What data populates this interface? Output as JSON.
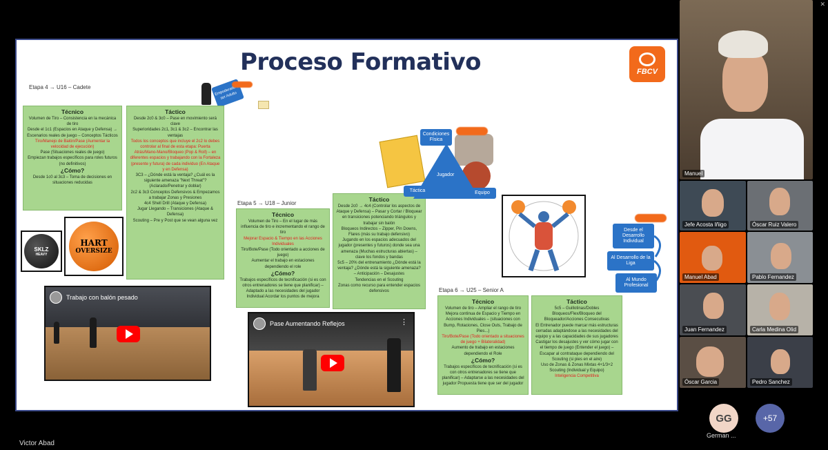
{
  "window": {
    "minimize": "—",
    "restore": "⧉",
    "close": "✕"
  },
  "slide": {
    "title": "Proceso Formativo",
    "logo_text": "FBCV",
    "stage4": "Etapa 4 → U16 – Cadete",
    "stage5": "Etapa 5 → U18 – Junior",
    "stage6": "Etapa 6 → U25 – Senior A",
    "player_label": "Empoderado a ser Adulto",
    "u16_tecnico": {
      "title": "Técnico",
      "items": [
        "Volumen de Tiro – Consistencia en la mecánica de tiro",
        "Desde el 1c1 (Espacios en Ataque y Defensa) → Escenarios reales de juego – Conceptos Tácticos",
        "Tiro/Manejo de Balón/Pase (Aumentar la velocidad de ejecución)",
        "Pase (Situaciones reales de juego)",
        "Empiezan trabajos específicos para roles futuros (no definitivos)"
      ],
      "como": "¿Cómo?",
      "como_text": "Desde 1c0 al 3c3 – Toma de decisiones en situaciones reducidas"
    },
    "u16_tactico": {
      "title": "Táctico",
      "items": [
        "Desde 2c0 & 3c0 – Pase en movimiento será clave",
        "Superioridades 2c1, 3c1 & 3c2 – Encontrar las ventajas",
        "Todos los conceptos que incluye el 2c2 lo debes controlar al final de esta etapa: Puerta Atrás/Mano-Mano/Bloqueo (Pop & Roll) – en diferentes espacios y trabajando con la Fortaleza (presente y futura) de cada individuo (En Ataque y en Defensa)",
        "3C3 – ¿Dónde está la ventaja? ¿Cuál es la siguiente amenaza \"Next Threat\"? (Aclarado/Penetrar y doblar)",
        "2c2 & 3c3 Conceptos Defensivos & Empezamos a trabajar Zonas y Presiones",
        "4c4 Shell Drill (Ataque y Defensa)",
        "Jugar Llegando – Transiciones (Ataque & Defensa)",
        "Scouting – Pre y Post que se vean alguna vez"
      ]
    },
    "balls": {
      "b1_brand": "SKLZ",
      "b1_sub": "HEAVY",
      "b2_brand": "HART",
      "b2_sub": "OVERSIZE"
    },
    "video1": {
      "title": "Trabajo con balón pesado"
    },
    "video2": {
      "title": "Pase Aumentando Reflejos"
    },
    "u18_tecnico": {
      "title": "Técnico",
      "items": [
        "Volumen de Tiro – En el lugar de más influencia de tiro e incrementando el rango de tiro",
        "Mejorar Espacio & Tiempo en las Acciones Individuales",
        "Tiro/Bote/Pase (Todo orientado a acciones de juego)",
        "Aumentar el trabajo en estaciones dependiendo el role"
      ],
      "como": "¿Cómo?",
      "como_text": "Trabajos específicos de tecnificación (si es con otros entrenadores se tiene que planificar) – Adaptado a las necesidades del jugador Individual Acordar los puntos de mejora"
    },
    "u18_tactico": {
      "title": "Táctico",
      "items": [
        "Desde 2c0 → 4c4 (Controlar los aspectos de Ataque y Defensa) – Pasar y Cortar / Bloquear en transiciones potenciando triángulos y trabajar sin balón",
        "Bloqueos Indirectos – Zipper, Pin Downs, Flares (más su trabajo defensivo)",
        "Jugando en los espacios adecuados del jugador (presentes y futuros) donde sea una amenaza (Muchas estructuras abiertas) – clave los fondos y bandas",
        "5c5 – 20% del entrenamiento ¿Dónde está la ventaja? ¿Dónde está la siguiente amenaza? – Anticipación – Desajustes",
        "Tendencias en el Scouting",
        "Zonas como recurso para entender espacios defensivos"
      ]
    },
    "triangle": {
      "top": "Condiciones Física",
      "center": "Jugador",
      "left": "Táctica",
      "right": "Equipo"
    },
    "flow": [
      "Desde el Desarrollo Individual",
      "Al Desarrollo de la Liga",
      "Al Mundo Profesional"
    ],
    "u25_tecnico": {
      "title": "Técnico",
      "items": [
        "Volumen de tiro – Ampliar el rango de tiro",
        "Mejora continua de Espacio y Tiempo en Acciones Individuales – (situaciones con Bump, Rotaciones, Close Outs, Trabajo de Pies...)",
        "Tiro/Bote/Pase (Todo orientado a situaciones de juego + Bilateralidad)",
        "Aumento de trabajo en estaciones dependiendo el Role"
      ],
      "como": "¿Cómo?",
      "como_text": "Trabajos específicos de tecnificación (si es con otros entrenadores se tiene que planificar) – Adaptarse a las necesidades del jugador Propuesta tiene que ser del jugador"
    },
    "u25_tactico": {
      "title": "Táctico",
      "items": [
        "5c5 – Guillotinas/Dobles Bloqueos/Flex/Bloqueo del Bloqueador/Acciones Consecutivas",
        "El Entrenador puede marcar más estructuras cerradas adaptándose a las necesidades del equipo y a las capacidades de sus jugadores",
        "Castigar los desajustes y ver cómo jugar con el tiempo de juego (Entender el juego) – Escapar al contrataque dependiendo del Scouting (si pies en el aire)",
        "Uso de Zonas & Zonas Mixtas 4+1/3+2",
        "Scouting (Individual y Equipo)",
        "Inteligencia Competitiva"
      ]
    }
  },
  "participants": {
    "speaker": "Manuel",
    "tiles": [
      "Jefe Acosta Iñigo",
      "Óscar Ruiz Valero",
      "Manuel Abad",
      "Pablo Fernandez",
      "Juan Fernandez",
      "Carla Medina Olid",
      "Óscar Garcia",
      "Pedro Sanchez"
    ],
    "avatar_initials": "GG",
    "avatar_name": "German ...",
    "more": "+57"
  },
  "presenter": "Victor Abad"
}
